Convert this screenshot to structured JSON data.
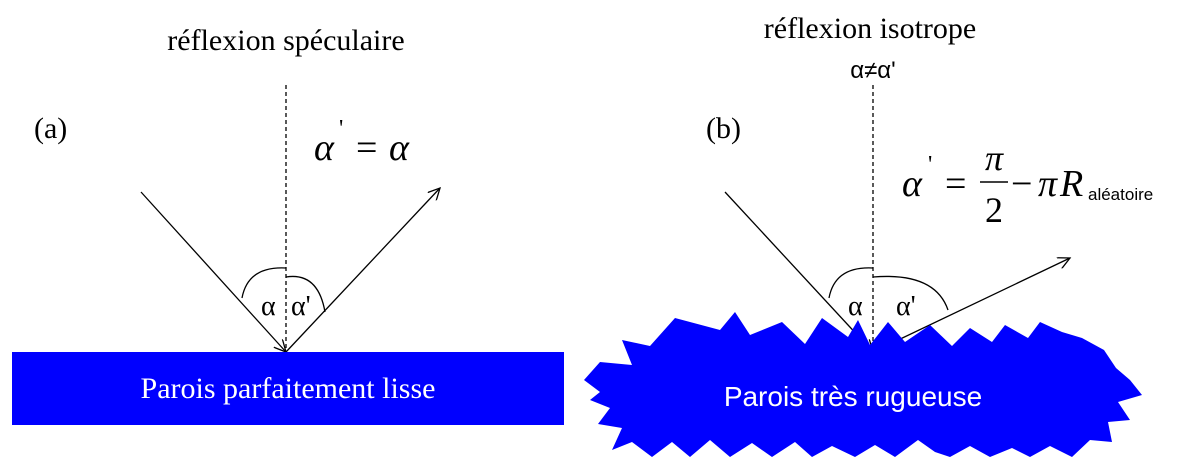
{
  "colors": {
    "wall": "#0000ff",
    "line": "#000000",
    "wall_text": "#ffffff"
  },
  "panel_a": {
    "title": "réflexion spéculaire",
    "letter": "(a)",
    "eq_lhs": "α",
    "eq_prime": "'",
    "eq_sign": "=",
    "eq_rhs": "α",
    "angle_in": "α",
    "angle_out": "α'",
    "wall_label": "Parois parfaitement lisse"
  },
  "panel_b": {
    "title": "réflexion isotrope",
    "subtitle": "α≠α'",
    "letter": "(b)",
    "eq_lhs": "α",
    "eq_prime": "'",
    "eq_sign": "=",
    "eq_num": "π",
    "eq_den": "2",
    "eq_minus": "−",
    "eq_pi": "π",
    "eq_R": "R",
    "eq_sub": "aléatoire",
    "angle_in": "α",
    "angle_out": "α'",
    "wall_label": "Parois très rugueuse"
  }
}
